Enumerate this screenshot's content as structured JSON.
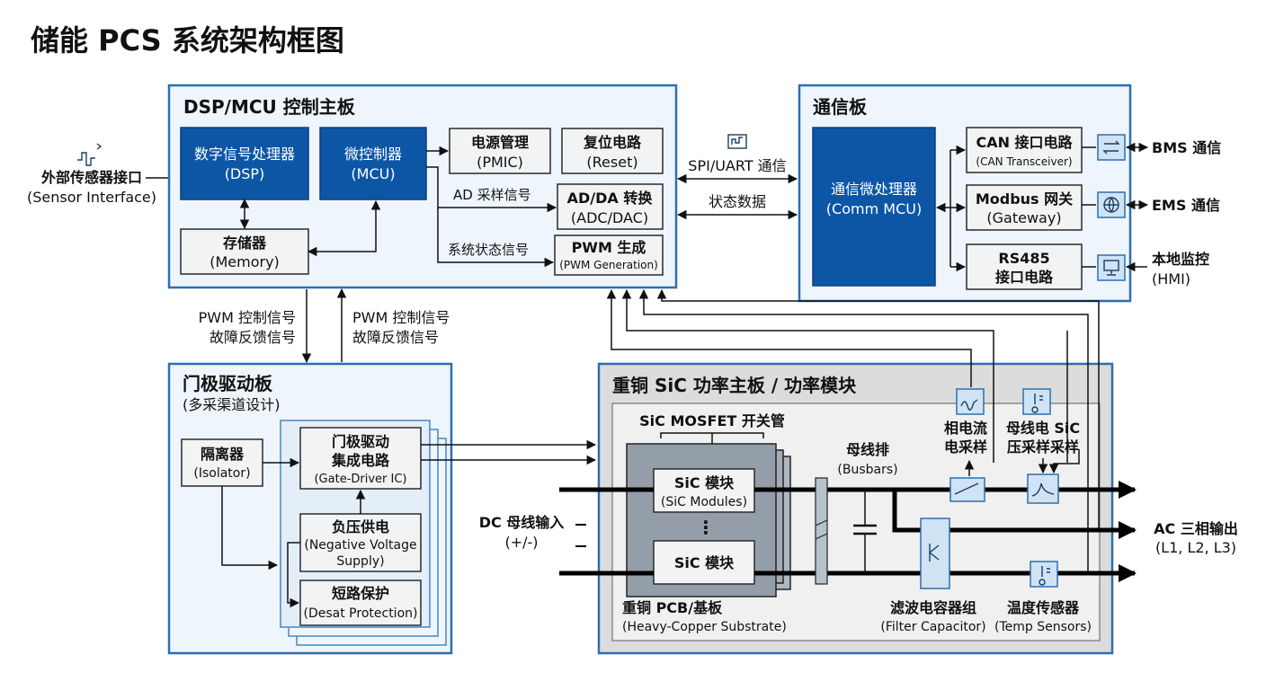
{
  "title": "储能 PCS 系统架构框图",
  "sensor_ext": {
    "line1": "外部传感器接口",
    "line2": "(Sensor Interface)"
  },
  "control_board": {
    "title": "DSP/MCU 控制主板",
    "dsp": {
      "line1": "数字信号处理器",
      "line2": "(DSP)"
    },
    "mcu": {
      "line1": "微控制器",
      "line2": "(MCU)"
    },
    "memory": {
      "line1": "存储器",
      "line2": "(Memory)"
    },
    "pmic": {
      "line1": "电源管理",
      "line2": "(PMIC)"
    },
    "reset": {
      "line1": "复位电路",
      "line2": "(Reset)"
    },
    "adc": {
      "line1": "AD/DA 转换",
      "line2": "(ADC/DAC)"
    },
    "pwm": {
      "line1": "PWM 生成",
      "line2": "(PWM Generation)"
    },
    "ad_signal": "AD 采样信号",
    "status_signal": "系统状态信号"
  },
  "links": {
    "spi": "SPI/UART 通信",
    "status_data": "状态数据"
  },
  "comm_board": {
    "title": "通信板",
    "mcu": {
      "line1": "通信微处理器",
      "line2": "(Comm MCU)"
    },
    "can": {
      "line1": "CAN 接口电路",
      "line2": "(CAN Transceiver)"
    },
    "modbus": {
      "line1": "Modbus 网关",
      "line2": "(Gateway)"
    },
    "rs485": {
      "line1": "RS485",
      "line2": "接口电路"
    },
    "bms": "BMS 通信",
    "ems": "EMS 通信",
    "hmi": {
      "line1": "本地监控",
      "line2": "(HMI)"
    }
  },
  "pwm_signals": {
    "left": {
      "line1": "PWM 控制信号",
      "line2": "故障反馈信号"
    },
    "right": {
      "line1": "PWM 控制信号",
      "line2": "故障反馈信号"
    }
  },
  "gate_board": {
    "title": "门极驱动板",
    "subtitle": "(多采渠道设计)",
    "isolator": {
      "line1": "隔离器",
      "line2": "(Isolator)"
    },
    "driver": {
      "line1": "门极驱动",
      "line2": "集成电路",
      "line3": "(Gate-Driver IC)"
    },
    "negative": {
      "line1": "负压供电",
      "line2": "(Negative Voltage",
      "line3": "Supply)"
    },
    "desat": {
      "line1": "短路保护",
      "line2": "(Desat Protection)"
    }
  },
  "dc_input": {
    "line1": "DC 母线输入",
    "line2": "(+/-)"
  },
  "power_board": {
    "title": "重铜 SiC 功率主板 / 功率模块",
    "mosfet_label": "SiC MOSFET 开关管",
    "module1": {
      "line1": "SiC 模块",
      "line2": "(SiC Modules)"
    },
    "module_dots": "⋮",
    "module2": {
      "line1": "SiC 模块"
    },
    "pcb": {
      "line1": "重铜 PCB/基板",
      "line2": "(Heavy-Copper Substrate)"
    },
    "busbars": {
      "line1": "母线排",
      "line2": "(Busbars)"
    },
    "current_sense": {
      "line1": "相电流",
      "line2": "电采样"
    },
    "voltage_sense": {
      "line1": "母线电 SiC",
      "line2": "压采样采样"
    },
    "filter": {
      "line1": "滤波电容器组",
      "line2": "(Filter Capacitor)"
    },
    "temp": {
      "line1": "温度传感器",
      "line2": "(Temp Sensors)"
    }
  },
  "ac_output": {
    "line1": "AC 三相输出",
    "line2": "(L1, L2, L3)"
  },
  "colors": {
    "panel_border": "#2d6fb0",
    "panel_fill": "#eef5fc",
    "blue_block": "#0d56a6",
    "power_fill": "#dcdcdc"
  },
  "icons": [
    "sensor-wave-icon",
    "circuit-board-icon",
    "arrows-exchange-icon",
    "globe-icon",
    "monitor-icon",
    "current-wave-icon",
    "thermometer-icon"
  ]
}
